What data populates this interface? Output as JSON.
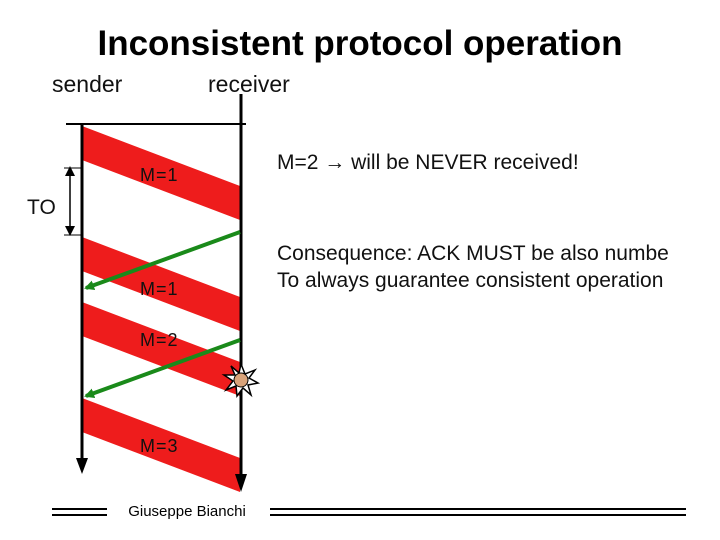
{
  "title": "Inconsistent protocol operation",
  "labels": {
    "sender": "sender",
    "receiver": "receiver",
    "timeout": "TO"
  },
  "messages": [
    {
      "label": "M=1"
    },
    {
      "label": "M=1"
    },
    {
      "label": "M=2"
    },
    {
      "label": "M=3"
    }
  ],
  "notes": {
    "never_received": "M=2 → will be NEVER received!",
    "consequence_line1": "Consequence: ACK MUST be also numbe",
    "consequence_line2": "To always guarantee consistent operation"
  },
  "footer": {
    "author": "Giuseppe Bianchi"
  },
  "colors": {
    "frame": "#ee1c1c",
    "ack": "#1a8a1a",
    "loss_burst": "#d9a37a"
  }
}
